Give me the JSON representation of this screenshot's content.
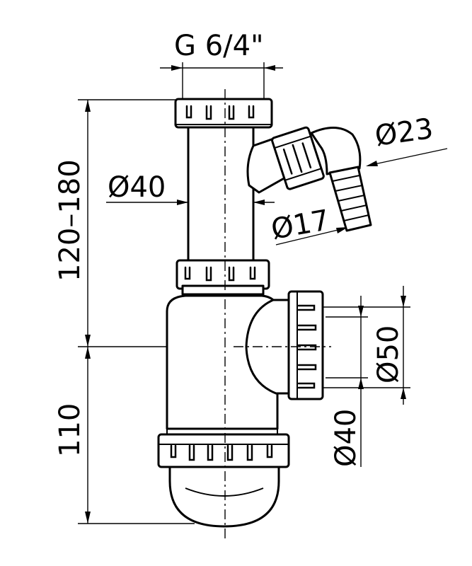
{
  "dimensions": {
    "inlet_thread": "G 6/4\"",
    "inlet_diameter": "Ø40",
    "side_outlet_diameter": "Ø23",
    "hose_nozzle_diameter": "Ø17",
    "height_upper": "120–180",
    "height_lower": "110",
    "outlet_outer_diameter": "Ø50",
    "outlet_inner_diameter": "Ø40"
  },
  "colors": {
    "line": "#000000",
    "background": "#ffffff"
  }
}
